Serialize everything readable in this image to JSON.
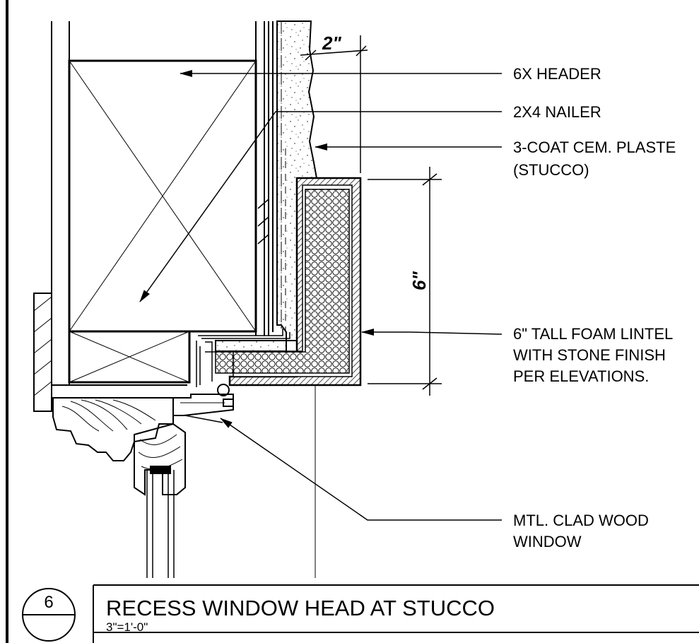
{
  "labels": {
    "header": "6X HEADER",
    "nailer": "2X4 NAILER",
    "plaster_line1": "3-COAT CEM. PLASTE",
    "plaster_line2": "(STUCCO)",
    "lintel_line1": "6\" TALL FOAM LINTEL",
    "lintel_line2": "WITH STONE FINISH",
    "lintel_line3": "PER ELEVATIONS.",
    "window_line1": "MTL. CLAD WOOD",
    "window_line2": "WINDOW"
  },
  "dimensions": {
    "recess": "2\"",
    "lintel_height": "6\""
  },
  "title_block": {
    "detail_number": "6",
    "title": "RECESS  WINDOW HEAD AT STUCCO",
    "scale": "3\"=1'-0\""
  },
  "colors": {
    "line": "#000000",
    "background": "#ffffff"
  }
}
